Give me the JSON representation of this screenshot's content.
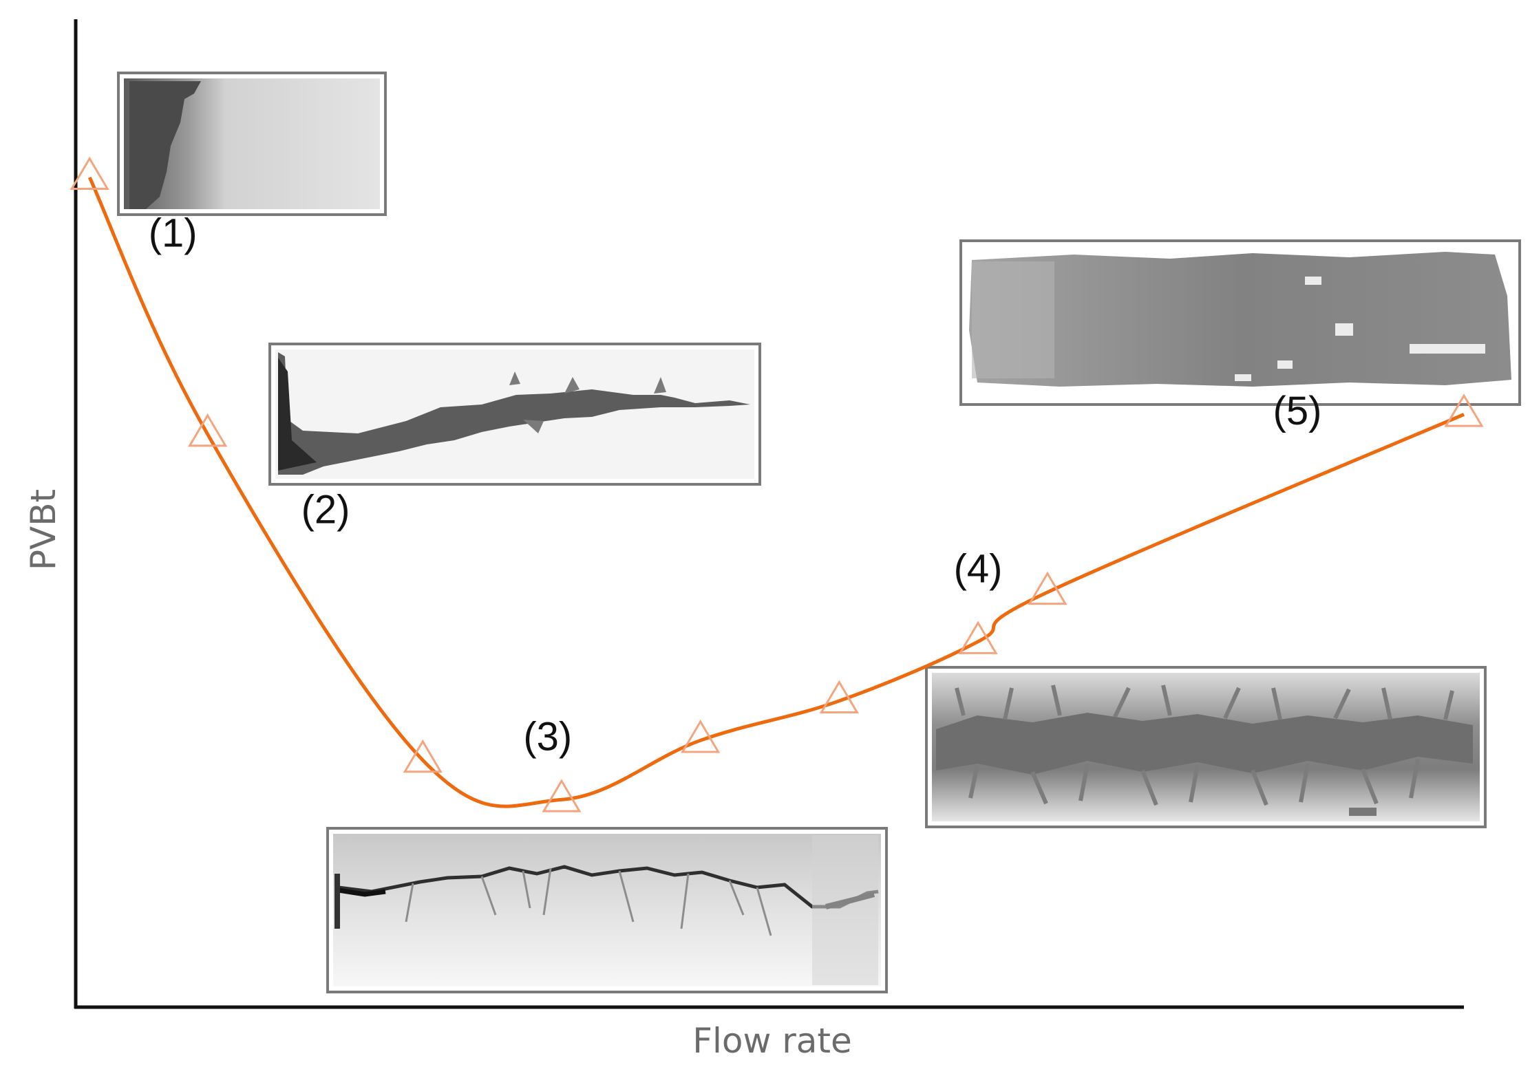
{
  "chart_data": {
    "type": "line",
    "title": "",
    "xlabel": "Flow rate",
    "ylabel": "PVBt",
    "xlim": [
      0,
      1
    ],
    "ylim": [
      0,
      1
    ],
    "grid": false,
    "legend": "none",
    "series": [
      {
        "color": "#ee6a0d",
        "marker": "open-triangle",
        "marker_color": "#f4a57e",
        "x": [
          0.01,
          0.095,
          0.25,
          0.35,
          0.45,
          0.55,
          0.65,
          0.7,
          1.0
        ],
        "y": [
          0.84,
          0.58,
          0.25,
          0.21,
          0.27,
          0.31,
          0.37,
          0.42,
          0.6
        ]
      }
    ],
    "annotations": [
      {
        "text": "(1)",
        "x": 0.07,
        "y": 0.77
      },
      {
        "text": "(2)",
        "x": 0.18,
        "y": 0.49
      },
      {
        "text": "(3)",
        "x": 0.34,
        "y": 0.26
      },
      {
        "text": "(4)",
        "x": 0.65,
        "y": 0.43
      },
      {
        "text": "(5)",
        "x": 0.88,
        "y": 0.59
      }
    ],
    "inset_images": [
      {
        "label": "(1)",
        "content": "core-face-dissolution-icon"
      },
      {
        "label": "(2)",
        "content": "conical-wormhole-icon"
      },
      {
        "label": "(3)",
        "content": "dominant-wormhole-icon"
      },
      {
        "label": "(4)",
        "content": "ramified-wormhole-icon"
      },
      {
        "label": "(5)",
        "content": "uniform-dissolution-icon"
      }
    ]
  }
}
